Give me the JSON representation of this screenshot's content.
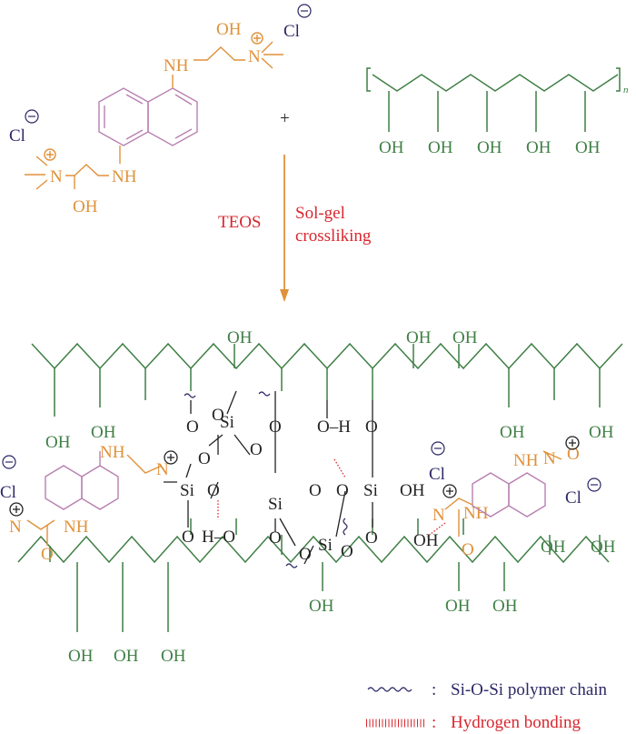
{
  "labels": {
    "oh": "OH",
    "nh": "NH",
    "n": "N",
    "cl": "Cl",
    "si": "Si",
    "o": "O",
    "h_o": "H–O",
    "o_h": "O–H",
    "plus": "+",
    "n_sub": "n"
  },
  "reaction": {
    "reagent": "TEOS",
    "condition_line1": "Sol-gel",
    "condition_line2": "crossliking"
  },
  "legend": [
    {
      "symbol": "wavy-line",
      "separator": ":",
      "label": "Si-O-Si polymer chain",
      "color": "#2c2866"
    },
    {
      "symbol": "dashed-bar",
      "separator": ":",
      "label": "Hydrogen bonding",
      "color": "#d8272e"
    }
  ],
  "colors": {
    "dye": "#e0913a",
    "naphthalene": "#b066a8",
    "pva": "#3f7f45",
    "counterion": "#2c2866",
    "accent": "#d8272e"
  }
}
